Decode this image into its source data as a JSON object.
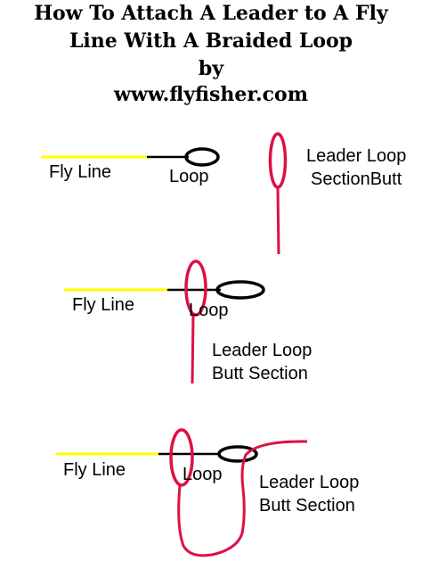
{
  "title": {
    "line1": "How To Attach A Leader to A Fly",
    "line2": "Line With A Braided Loop",
    "line3": "by",
    "line4": "www.flyfisher.com"
  },
  "colors": {
    "fly_line": "#ffff00",
    "leader": "#dd1144",
    "loop": "#000000"
  },
  "step1": {
    "fly_line_label": "Fly Line",
    "loop_label": "Loop",
    "leader_label_1": "Leader Loop",
    "leader_label_2": "SectionButt"
  },
  "step2": {
    "fly_line_label": "Fly Line",
    "loop_label": "Loop",
    "leader_label_1": "Leader Loop",
    "leader_label_2": "Butt Section"
  },
  "step3": {
    "fly_line_label": "Fly Line",
    "loop_label": "Loop",
    "leader_label_1": "Leader Loop",
    "leader_label_2": "Butt Section"
  }
}
